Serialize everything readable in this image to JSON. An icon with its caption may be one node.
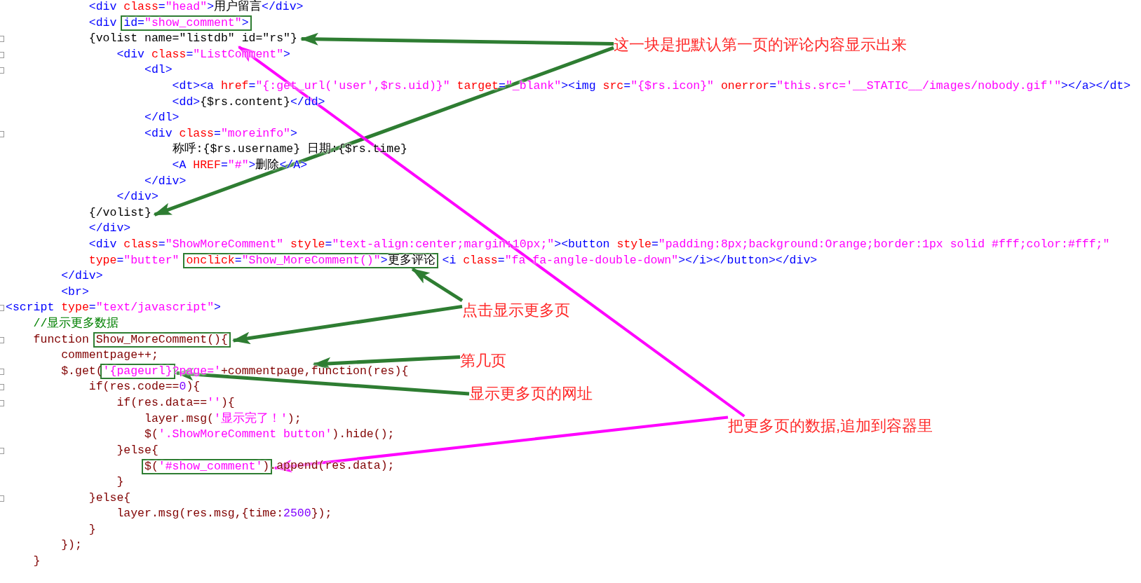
{
  "diagram": {
    "nodes": [
      {
        "text": [
          "id=\"show_comment\">"
        ]
      },
      {
        "text": [
          "{volist name=\"listdb\" id=\"rs\"}"
        ]
      },
      {
        "text": [
          "这一块是把默认第一页的评论内容显示出来"
        ]
      },
      {
        "text": [
          "{/volist}"
        ]
      },
      {
        "text": [
          "onclick=\"Show_MoreComment()\">更多评论"
        ]
      },
      {
        "text": [
          "点击显示更多页"
        ]
      },
      {
        "text": [
          "Show_MoreComment(){"
        ]
      },
      {
        "text": [
          "第几页"
        ]
      },
      {
        "text": [
          "'{pageurl}"
        ]
      },
      {
        "text": [
          "?page='+commentpage,function(res){"
        ]
      },
      {
        "text": [
          "显示更多页的网址"
        ]
      },
      {
        "text": [
          "把更多页的数据,追加到容器里"
        ]
      },
      {
        "text": [
          "$('#show_comment')"
        ]
      }
    ],
    "edges": [
      {
        "from": 2,
        "to": 1,
        "arrow": "to"
      },
      {
        "from": 2,
        "to": 3,
        "arrow": "to"
      },
      {
        "from": 11,
        "to": 1,
        "arrow": "to",
        "color": "#ff00ff"
      },
      {
        "from": 11,
        "to": 12,
        "arrow": "to",
        "color": "#ff00ff"
      },
      {
        "from": 5,
        "to": 4,
        "arrow": "to"
      },
      {
        "from": 5,
        "to": 6,
        "arrow": "to"
      },
      {
        "from": 7,
        "to": 9,
        "arrow": "to"
      },
      {
        "from": 10,
        "to": 8,
        "arrow": "to"
      }
    ],
    "labels": [
      "<div class=\"head\">用户留言</div>",
      "<div",
      "<div class=\"ListComment\">",
      "<dl>",
      "<dt><a href=\"{:get_url('user',$rs.uid)}\" target=\"_blank\"><img src=\"{$rs.icon}\" onerror=\"this.src='__STATIC__/images/nobody.gif'\"></a></dt>",
      "<dd>{$rs.content}</dd>",
      "</dl>",
      "<div class=\"moreinfo\">",
      "称呼:{$rs.username} 日期:{$rs.time}",
      "<A HREF=\"#\">删除</A>",
      "</div>",
      "</div>",
      "</div>",
      "<div class=\"ShowMoreComment\" style=\"text-align:center;margin:10px;\"><button style=\"padding:8px;background:Orange;border:1px solid #fff;color:#fff;\"",
      "type=\"butter\"",
      "<i class=\"fa fa-angle-double-down\"></i></button></div>",
      "</div>",
      "<br>",
      "<script type=\"text/javascript\">",
      "//显示更多数据",
      "function",
      "commentpage++;",
      "$.get(",
      "if(res.code==0){",
      "if(res.data==''){",
      "layer.msg('显示完了！');",
      "$('.ShowMoreComment button').hide();",
      "}else{",
      ".append(res.data);",
      "}",
      "}else{",
      "layer.msg(res.msg,{time:2500});",
      "}",
      "});",
      "}"
    ]
  }
}
